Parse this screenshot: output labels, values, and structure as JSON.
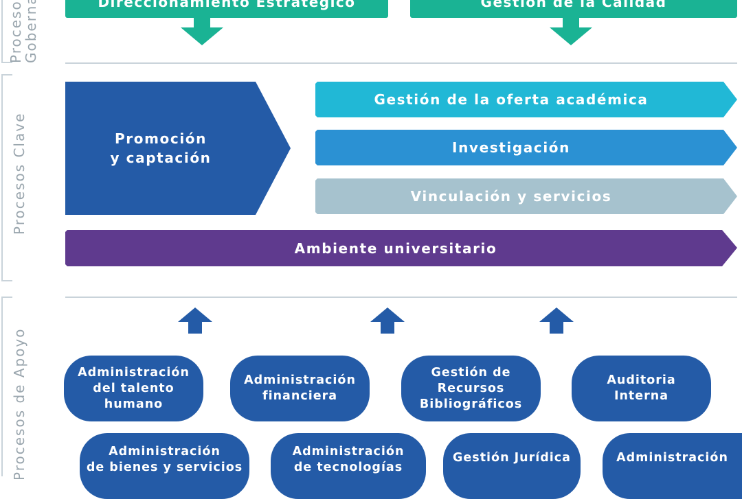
{
  "sections": {
    "gobernantes": "Procesos Gobernantes",
    "gobernantes_line1": "Procesos",
    "gobernantes_line2": "Gobernantes",
    "clave": "Procesos Clave",
    "apoyo": "Procesos de Apoyo"
  },
  "governing": [
    {
      "label": "Direccionamiento Estratégico"
    },
    {
      "label": "Gestión de la Calidad"
    }
  ],
  "key": {
    "promocion": "Promoción\ny captación",
    "processes": [
      {
        "label": "Gestión de la oferta académica",
        "color": "#21b8d6"
      },
      {
        "label": "Investigación",
        "color": "#2b91d3"
      },
      {
        "label": "Vinculación y servicios",
        "color": "#a6c2ce"
      }
    ],
    "ambiente": "Ambiente universitario",
    "promocion_color": "#245ba7",
    "ambiente_color": "#5f3a8e"
  },
  "support": [
    {
      "label": "Administración\ndel talento\nhumano"
    },
    {
      "label": "Administración\nfinanciera"
    },
    {
      "label": "Gestión de\nRecursos\nBibliográficos"
    },
    {
      "label": "Auditoria\nInterna"
    },
    {
      "label": "Administración\nde bienes y servicios"
    },
    {
      "label": "Administración\nde tecnologías"
    },
    {
      "label": "Gestión Jurídica"
    },
    {
      "label": "Administración"
    }
  ],
  "colors": {
    "governing": "#1ab394",
    "support": "#245ba7",
    "arrow_up": "#245ba7"
  }
}
